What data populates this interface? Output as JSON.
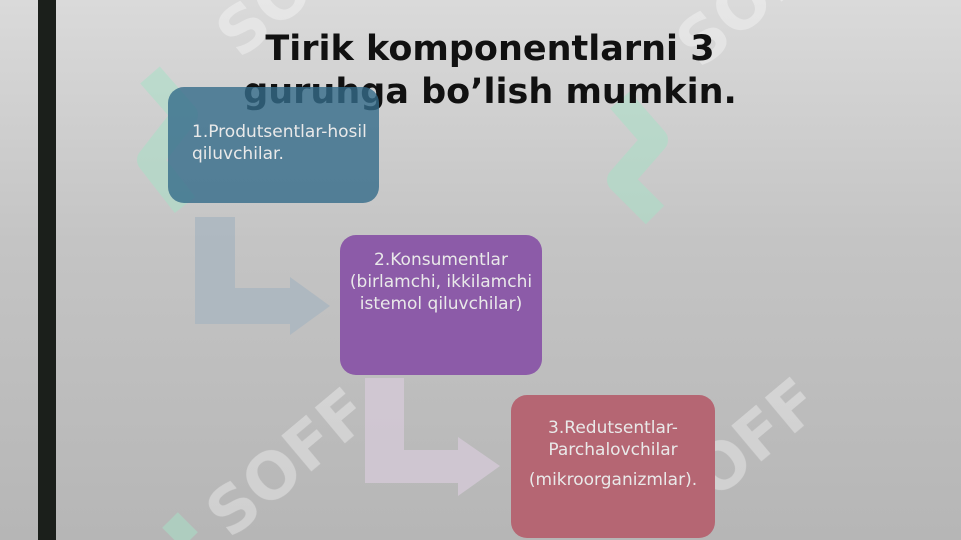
{
  "title": "Tirik komponentlarni 3 guruhga bo’lish mumkin.",
  "boxes": [
    {
      "text": "1.Produtsentlar-hosil qiluvchilar."
    },
    {
      "text": "2.Konsumentlar (birlamchi, ikkilamchi istemol qiluvchilar)"
    },
    {
      "text": "3.Redutsentlar-Parchalovchilar",
      "text2": "(mikroorganizmlar)."
    }
  ],
  "watermark": {
    "text": "SOFF"
  },
  "colors": {
    "box1": "#346c8a",
    "box2": "#8c5ba8",
    "box3": "#b56673",
    "arrow1": "#aab6bf",
    "arrow2": "#d2c8d4",
    "watermark_logo": "#a8e0c6"
  }
}
